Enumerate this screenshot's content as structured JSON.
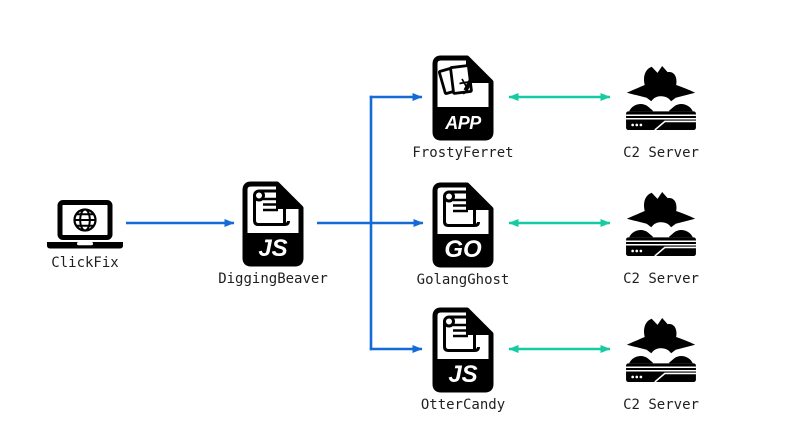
{
  "diagram": {
    "colors": {
      "flow_arrow": "#146bd5",
      "c2_arrow": "#14cba4",
      "icon": "#000000",
      "label_text": "#1f1f1f",
      "badge_text": "#ffffff",
      "background": "#ffffff"
    },
    "nodes": {
      "clickfix": {
        "label": "ClickFix",
        "icon": "laptop-globe-icon"
      },
      "diggingbeaver": {
        "label": "DiggingBeaver",
        "icon": "file-document-icon",
        "badge": "JS"
      },
      "frostyferret": {
        "label": "FrostyFerret",
        "icon": "file-app-icon",
        "badge": "APP"
      },
      "golangghost": {
        "label": "GolangGhost",
        "icon": "file-document-icon",
        "badge": "GO"
      },
      "ottercandy": {
        "label": "OtterCandy",
        "icon": "file-document-icon",
        "badge": "JS"
      },
      "c2_top": {
        "label": "C2 Server",
        "icon": "hacker-laptop-icon"
      },
      "c2_middle": {
        "label": "C2 Server",
        "icon": "hacker-laptop-icon"
      },
      "c2_bottom": {
        "label": "C2 Server",
        "icon": "hacker-laptop-icon"
      }
    },
    "edges": [
      {
        "from": "clickfix",
        "to": "diggingbeaver",
        "type": "flow"
      },
      {
        "from": "diggingbeaver",
        "to": "frostyferret",
        "type": "flow"
      },
      {
        "from": "diggingbeaver",
        "to": "golangghost",
        "type": "flow"
      },
      {
        "from": "diggingbeaver",
        "to": "ottercandy",
        "type": "flow"
      },
      {
        "from": "frostyferret",
        "to": "c2_top",
        "type": "bidirectional"
      },
      {
        "from": "golangghost",
        "to": "c2_middle",
        "type": "bidirectional"
      },
      {
        "from": "ottercandy",
        "to": "c2_bottom",
        "type": "bidirectional"
      }
    ]
  }
}
